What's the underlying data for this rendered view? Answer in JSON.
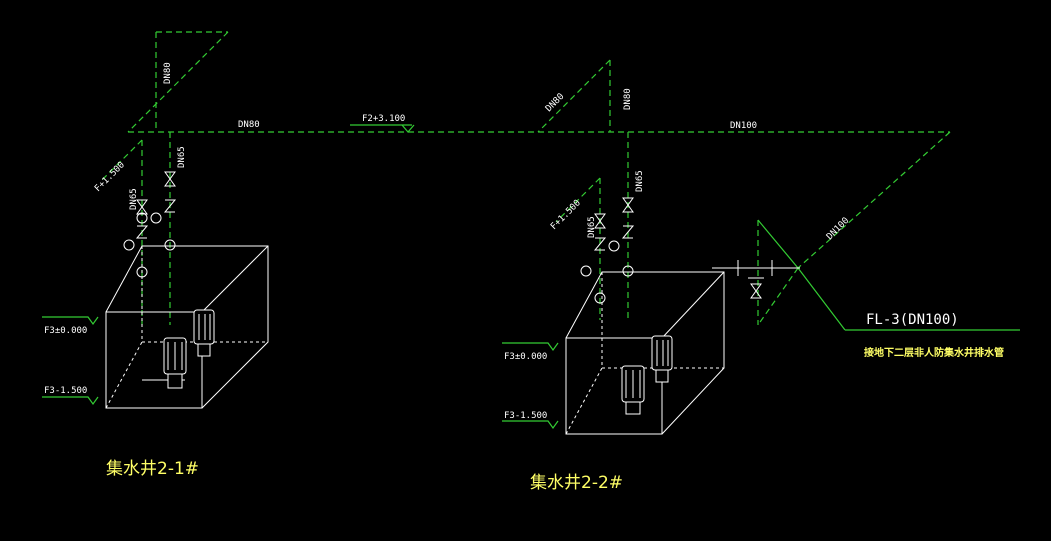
{
  "colors": {
    "background": "#000000",
    "pipe": "#33cc33",
    "pipe_text": "#ffffff",
    "outline": "#ffffff",
    "title": "#ffff66",
    "valve": "#ffffff"
  },
  "labels": {
    "dn80_left_vertical": "DN80",
    "dn80_main_left": "DN80",
    "f2_elevation": "F2+3.100",
    "dn80_middle_diag": "DN80",
    "dn80_middle_vertical": "DN80",
    "dn100_main_right": "DN100",
    "dn100_diag": "DN100",
    "well1_f_elev": "F+1.500",
    "well1_dn65_left": "DN65",
    "well1_dn65_right": "DN65",
    "well1_f3_top": "F3±0.000",
    "well1_f3_bottom": "F3-1.500",
    "well1_title": "集水井2-1#",
    "well2_f_elev": "F+1.500",
    "well2_dn65_left": "DN65",
    "well2_dn65_right": "DN65",
    "well2_f3_top": "F3±0.000",
    "well2_f3_bottom": "F3-1.500",
    "well2_title": "集水井2-2#",
    "fl3_label": "FL-3(DN100)",
    "fl3_note": "接地下二层非人防集水井排水管"
  }
}
